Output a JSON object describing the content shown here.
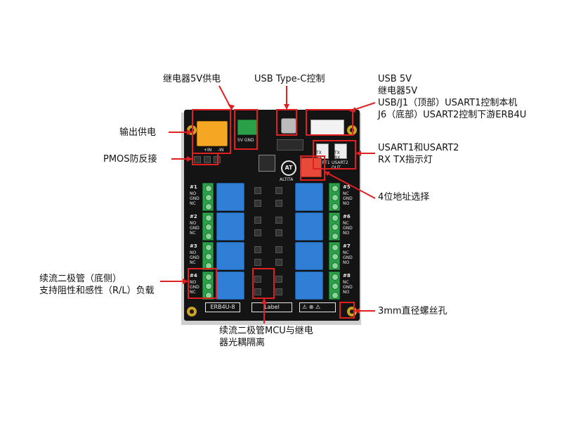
{
  "labels": {
    "relay_power": "继电器5V供电",
    "usb_typec": "USB Type-C控制",
    "usb_right": [
      "USB 5V",
      "继电器5V",
      "USB/J1（顶部）USART1控制本机",
      "J6（底部）USART2控制下游ERB4U"
    ],
    "output_power": "输出供电",
    "pmos": "PMOS防反接",
    "usart_leds": [
      "USART1和USART2",
      "RX TX指示灯"
    ],
    "address": "4位地址选择",
    "flyback_bottom": [
      "续流二极管（底侧）",
      "支持阻性和感性（R/L）负载"
    ],
    "screw_hole": "3mm直径螺丝孔",
    "mcu_opto": [
      "续流二极管MCU与继电",
      "器光耦隔离"
    ]
  },
  "board": {
    "model": "ERB4U-8",
    "label_box": "Label",
    "brand": "ALTITA",
    "logo": "AT",
    "in_plus": "+IN",
    "in_minus": "-IN",
    "supply_pins": "5V GND",
    "channels_left": [
      "#1",
      "#2",
      "#3",
      "#4"
    ],
    "channels_right": [
      "#5",
      "#6",
      "#7",
      "#8"
    ],
    "pins_left": [
      "NO",
      "GND",
      "NC"
    ],
    "pins_right": [
      "NC",
      "GND",
      "NO"
    ],
    "led_left": [
      "TX",
      "RX",
      "USART1",
      "IN"
    ],
    "led_right": [
      "TX",
      "RX",
      "USART2",
      "OUT"
    ]
  },
  "colors": {
    "board": "#141414",
    "terminal": "#2aa148",
    "relay": "#2f7fd6",
    "callout": "#e02020",
    "pad": "#c9a227",
    "input_terminal": "#f5a623",
    "address_switch": "#e84a3a"
  }
}
